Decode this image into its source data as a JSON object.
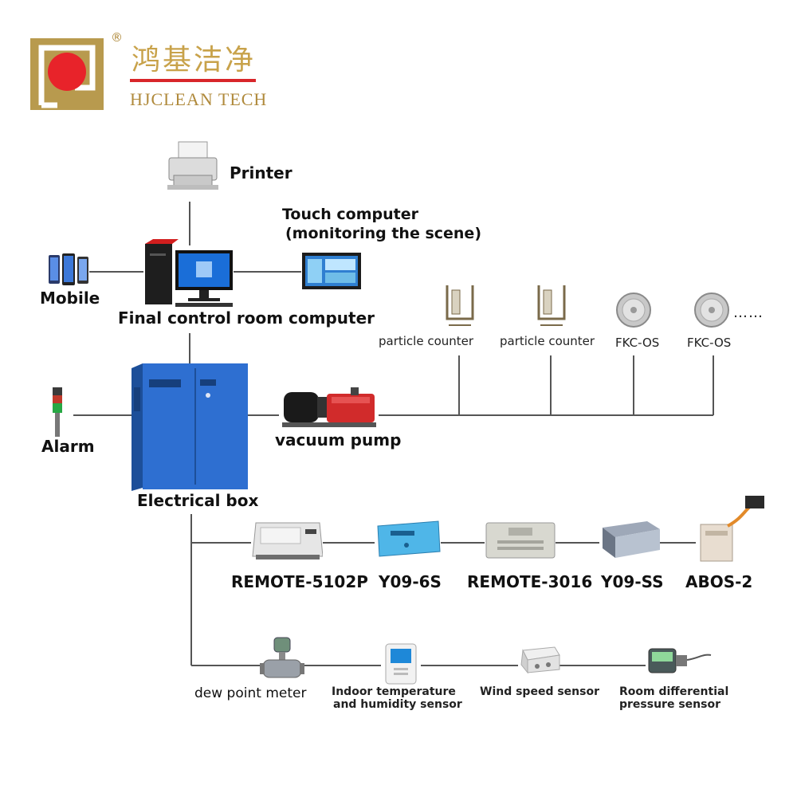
{
  "brand": {
    "name_cn": "鸿基洁净",
    "name_en": "HJCLEAN TECH",
    "registered_mark": "®",
    "colors": {
      "gold": "#b89a4e",
      "red": "#e8232a"
    }
  },
  "top": {
    "printer": "Printer",
    "touch_computer_line1": "Touch computer",
    "touch_computer_line2": "(monitoring the scene)",
    "mobile": "Mobile",
    "final_computer": "Final control room computer"
  },
  "middle": {
    "alarm": "Alarm",
    "electrical_box": "Electrical box",
    "vacuum_pump": "vacuum pump",
    "sensors": [
      "particle counter",
      "particle counter",
      "FKC-OS",
      "FKC-OS"
    ],
    "ellipsis": "……"
  },
  "row_remote": [
    "REMOTE-5102P",
    "Y09-6S",
    "REMOTE-3016",
    "Y09-SS",
    "ABOS-2"
  ],
  "row_env": {
    "dew_point": "dew point meter",
    "indoor_line1": "Indoor temperature",
    "indoor_line2": "and humidity sensor",
    "wind": "Wind speed sensor",
    "pressure_line1": "Room differential",
    "pressure_line2": "pressure sensor"
  }
}
